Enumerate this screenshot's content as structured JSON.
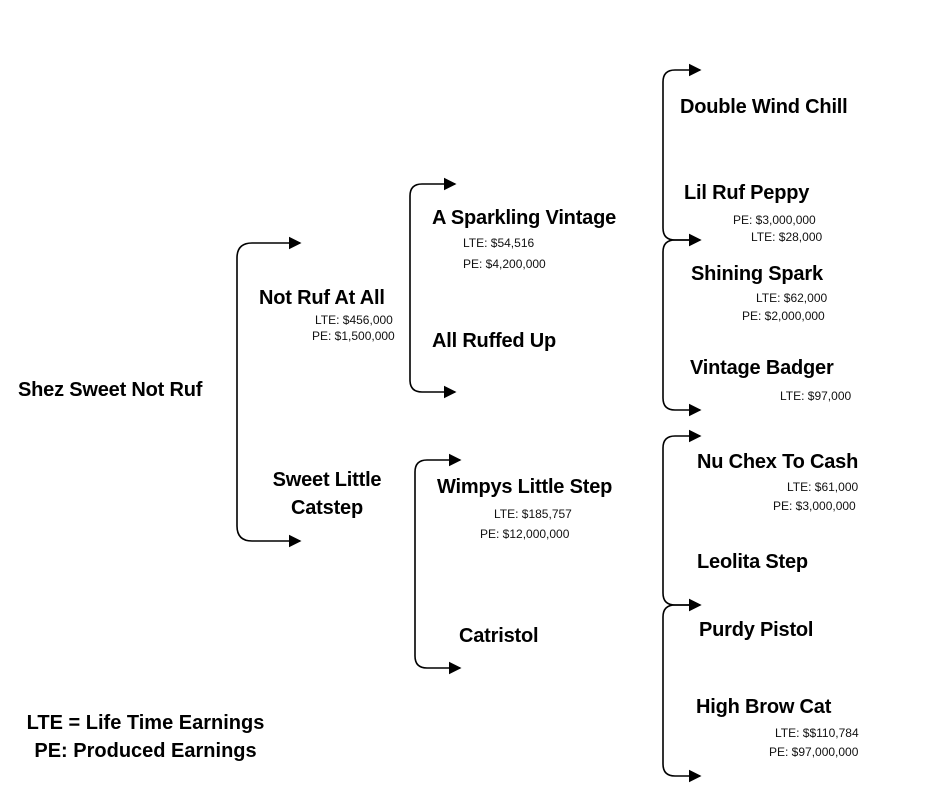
{
  "root": {
    "name": "Shez Sweet Not Ruf"
  },
  "sire": {
    "name": "Not Ruf At All",
    "lte": "LTE: $456,000",
    "pe": "PE: $1,500,000"
  },
  "dam": {
    "name_line1": "Sweet Little",
    "name_line2": "Catstep"
  },
  "sire_sire": {
    "name": "A Sparkling Vintage",
    "lte": "LTE: $54,516",
    "pe": "PE: $4,200,000"
  },
  "sire_dam": {
    "name": "All Ruffed Up"
  },
  "dam_sire": {
    "name": "Wimpys Little Step",
    "lte": "LTE: $185,757",
    "pe": "PE: $12,000,000"
  },
  "dam_dam": {
    "name": "Catristol"
  },
  "gen3": {
    "double_wind_chill": {
      "name": "Double Wind Chill"
    },
    "lil_ruf_peppy": {
      "name": "Lil Ruf Peppy",
      "pe": "PE: $3,000,000",
      "lte": "LTE: $28,000"
    },
    "shining_spark": {
      "name": "Shining Spark",
      "lte": "LTE: $62,000",
      "pe": "PE: $2,000,000"
    },
    "vintage_badger": {
      "name": "Vintage Badger",
      "lte": "LTE: $97,000"
    },
    "nu_chex_to_cash": {
      "name": "Nu Chex To Cash",
      "lte": "LTE: $61,000",
      "pe": "PE: $3,000,000"
    },
    "leolita_step": {
      "name": "Leolita Step"
    },
    "purdy_pistol": {
      "name": "Purdy Pistol"
    },
    "high_brow_cat": {
      "name": "High Brow Cat",
      "lte": "LTE: $$110,784",
      "pe": "PE: $97,000,000"
    }
  },
  "legend": {
    "line1": "LTE = Life Time Earnings",
    "line2": "PE: Produced Earnings"
  }
}
